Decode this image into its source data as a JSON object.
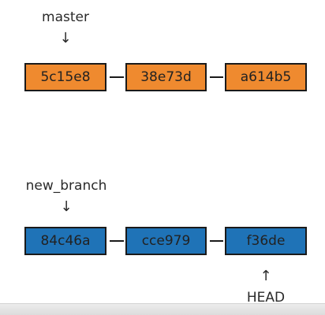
{
  "colors": {
    "master_commit": "#ef8a2f",
    "branch_commit": "#1f73b7",
    "outline": "#1a1a1a",
    "text": "#222222"
  },
  "diagram": {
    "master": {
      "label": "master",
      "pointer_icon": "down-arrow-icon",
      "commits": [
        "5c15e8",
        "38e73d",
        "a614b5"
      ]
    },
    "new_branch": {
      "label": "new_branch",
      "pointer_icon": "down-arrow-icon",
      "commits": [
        "84c46a",
        "cce979",
        "f36de"
      ]
    },
    "head": {
      "label": "HEAD",
      "pointer_icon": "up-arrow-icon"
    }
  }
}
